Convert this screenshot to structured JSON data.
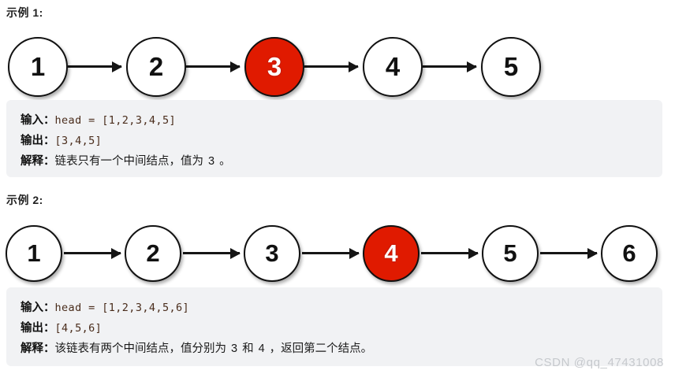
{
  "page": {
    "watermark": "CSDN @qq_47431008",
    "background": "#ffffff",
    "panel_background": "#f1f2f4",
    "highlight_color": "#e01a00",
    "node_border_color": "#111111",
    "code_color": "#4a2d1c"
  },
  "examples": [
    {
      "heading": "示例 1:",
      "diagram": {
        "nodes": [
          {
            "value": "1",
            "highlight": false
          },
          {
            "value": "2",
            "highlight": false
          },
          {
            "value": "3",
            "highlight": true
          },
          {
            "value": "4",
            "highlight": false
          },
          {
            "value": "5",
            "highlight": false
          }
        ],
        "arrow_count": 4
      },
      "description": {
        "input_label": "输入：",
        "input_value": "head = [1,2,3,4,5]",
        "output_label": "输出：",
        "output_value": "[3,4,5]",
        "explain_label": "解释：",
        "explain_prefix": "链表只有一个中间结点，值为",
        "explain_number": "3",
        "explain_suffix": "。"
      }
    },
    {
      "heading": "示例 2:",
      "diagram": {
        "nodes": [
          {
            "value": "1",
            "highlight": false
          },
          {
            "value": "2",
            "highlight": false
          },
          {
            "value": "3",
            "highlight": false
          },
          {
            "value": "4",
            "highlight": true
          },
          {
            "value": "5",
            "highlight": false
          },
          {
            "value": "6",
            "highlight": false
          }
        ],
        "arrow_count": 5
      },
      "description": {
        "input_label": "输入：",
        "input_value": "head = [1,2,3,4,5,6]",
        "output_label": "输出：",
        "output_value": "[4,5,6]",
        "explain_label": "解释：",
        "explain_prefix": "该链表有两个中间结点，值分别为",
        "explain_number": "3",
        "explain_middle": "和",
        "explain_number2": "4",
        "explain_suffix": "，返回第二个结点。"
      }
    }
  ]
}
